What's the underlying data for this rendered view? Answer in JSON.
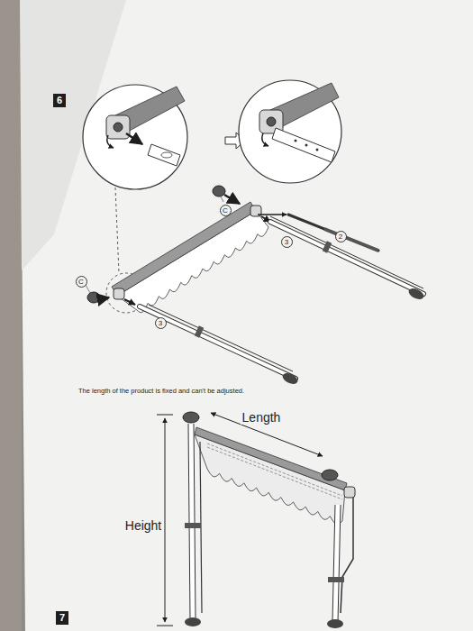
{
  "diagram": {
    "nodes": [
      {
        "text": [
          "6"
        ]
      },
      {
        "text": [
          "C"
        ]
      },
      {
        "text": [
          "2"
        ]
      },
      {
        "text": [
          "3"
        ]
      },
      {
        "text": [
          "C"
        ]
      },
      {
        "text": [
          "3"
        ]
      },
      {
        "text": [
          "7"
        ]
      }
    ],
    "labels": [
      "The length of the product is fixed and can't be adjusted.",
      "Length",
      "Height"
    ]
  }
}
